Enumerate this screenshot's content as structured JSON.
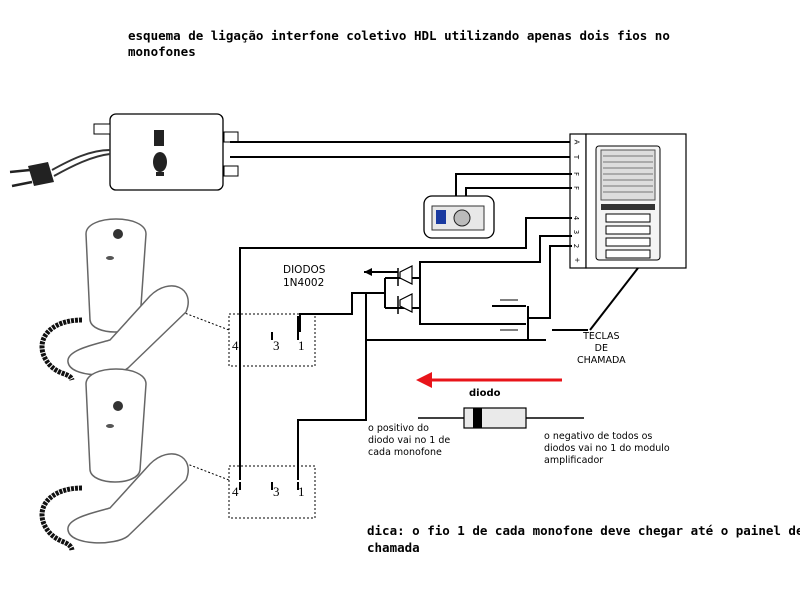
{
  "title_line1": "esquema de ligação interfone coletivo HDL utilizando apenas dois fios no",
  "title_line2": "monofones",
  "diodes_line1": "DIODOS",
  "diodes_line2": "1N4002",
  "teclas_line1": "TECLAS",
  "teclas_line2": "DE",
  "teclas_line3": "CHAMADA",
  "diodo_label": "diodo",
  "note_positive_1": "o positivo do",
  "note_positive_2": "diodo vai no 1 de",
  "note_positive_3": "cada monofone",
  "note_negative_1": "o negativo de todos os",
  "note_negative_2": "diodos vai no 1 do modulo",
  "note_negative_3": "amplificador",
  "dica_line1": "dica: o fio 1 de cada monofone deve chegar até o painel de",
  "dica_line2": "chamada",
  "terminals": [
    "4",
    "3",
    "1"
  ],
  "strip_labels": [
    "A",
    "T",
    "F",
    "F",
    "4",
    "3",
    "2",
    "+"
  ],
  "colors": {
    "arrow": "#e8141a",
    "line": "#000000"
  }
}
